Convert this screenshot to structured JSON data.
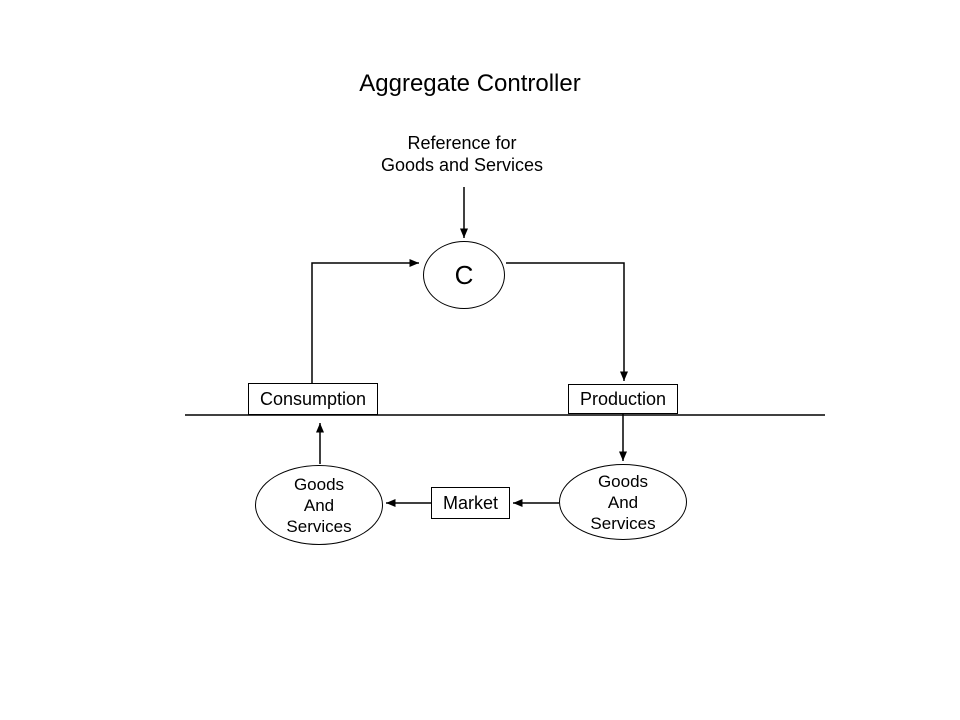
{
  "slide": {
    "title": "Aggregate Controller",
    "reference_label": "Reference for\nGoods and Services",
    "controller": {
      "symbol": "C"
    },
    "blocks": {
      "consumption_label": "Consumption",
      "production_label": "Production",
      "market_label": "Market"
    },
    "flows": {
      "left_goods_label": "Goods\nAnd\nServices",
      "right_goods_label": "Goods\nAnd\nServices"
    },
    "colors": {
      "background": "#ffffff",
      "line": "#000000",
      "text": "#000000"
    }
  }
}
